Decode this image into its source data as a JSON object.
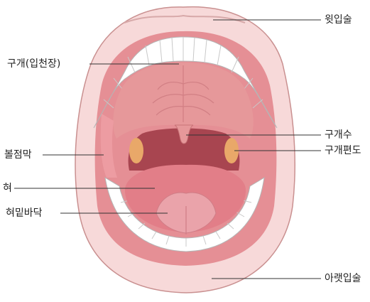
{
  "labels": {
    "upper_lip": "윗입술",
    "palate": "구개(입천장)",
    "uvula": "구개수",
    "tonsil": "구개편도",
    "buccal_mucosa": "볼점막",
    "tongue": "혀",
    "floor_of_mouth": "혀밑바닥",
    "lower_lip": "아랫입술"
  },
  "colors": {
    "lip": "#f7d9d9",
    "lip_edge": "#c99090",
    "gum": "#e58f95",
    "palate": "#e6989a",
    "throat": "#a84550",
    "tongue": "#e27e88",
    "tooth": "#ffffff",
    "tonsil": "#e9a869",
    "leader_line": "#333333"
  }
}
